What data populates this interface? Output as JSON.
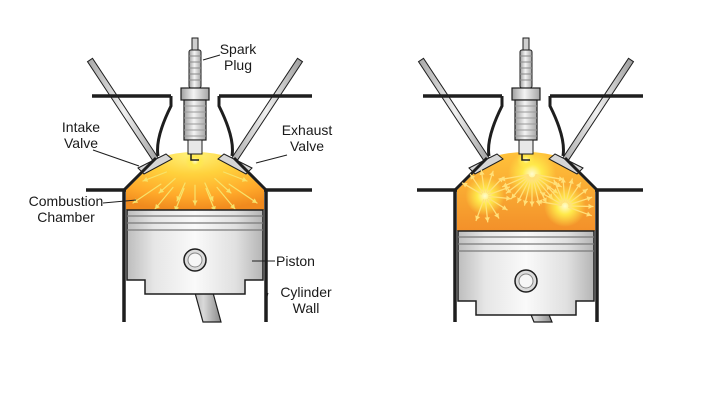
{
  "labels": {
    "spark_plug": [
      "Spark",
      "Plug"
    ],
    "intake_valve": [
      "Intake",
      "Valve"
    ],
    "exhaust_valve": [
      "Exhaust",
      "Valve"
    ],
    "combustion_chamber": [
      "Combustion",
      "Chamber"
    ],
    "piston": "Piston",
    "cylinder_wall": [
      "Cylinder",
      "Wall"
    ]
  },
  "colors": {
    "outline": "#1e1e1e",
    "metal_light": "#f2f2f2",
    "metal_mid": "#c9c9c9",
    "metal_dark": "#8c8c8c",
    "flame_core": "#ffe94a",
    "flame_mid": "#ffb12c",
    "flame_edge": "#f08a1e",
    "spark": "#fff6a0"
  }
}
